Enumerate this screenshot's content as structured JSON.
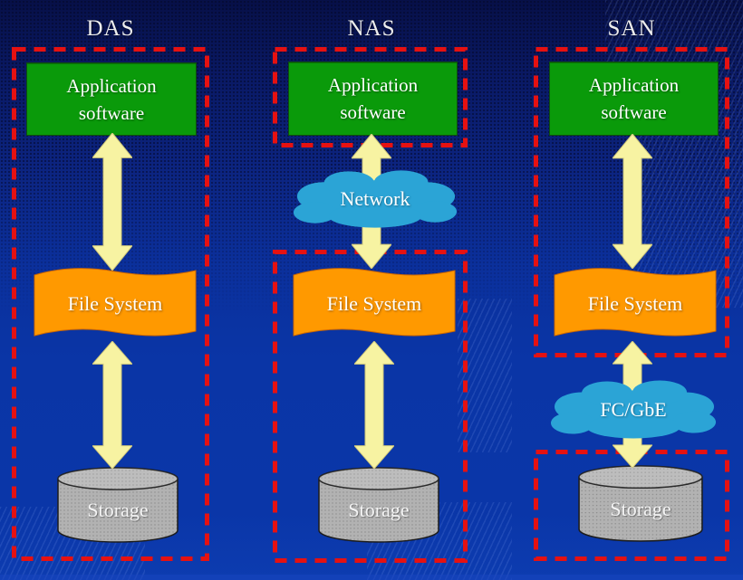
{
  "diagram": {
    "type": "storage-architecture-comparison",
    "colors": {
      "background_top": "#071048",
      "background_bottom": "#0A36A8",
      "application_box_green": "#0A9A0A",
      "file_system_orange": "#FF9900",
      "cloud_cyan": "#2BA4D6",
      "arrow_pale_yellow": "#F7F3A2",
      "outline_dashed_red": "#E61111",
      "cylinder_gray": "#B2B2B2",
      "label_text": "#FFFFFF"
    },
    "columns": [
      {
        "title": "DAS",
        "application_label": "Application software",
        "file_system_label": "File System",
        "storage_label": "Storage",
        "cloud_label": null,
        "grouping": "one dashed box around application, file system and storage"
      },
      {
        "title": "NAS",
        "application_label": "Application software",
        "file_system_label": "File System",
        "storage_label": "Storage",
        "cloud_label": "Network",
        "cloud_position": "between application software and file system",
        "grouping": "dashed box around application; second dashed box around file system and storage"
      },
      {
        "title": "SAN",
        "application_label": "Application software",
        "file_system_label": "File System",
        "storage_label": "Storage",
        "cloud_label": "FC/GbE",
        "cloud_position": "between file system and storage",
        "grouping": "dashed box around application and file system; second dashed box around storage"
      }
    ]
  }
}
